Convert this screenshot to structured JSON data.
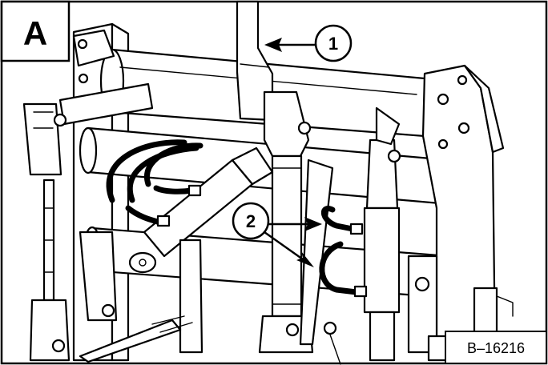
{
  "panel_label": "A",
  "callouts": [
    {
      "id": "callout-1",
      "label": "1"
    },
    {
      "id": "callout-2",
      "label": "2"
    }
  ],
  "figure_reference": "B–16216",
  "colors": {
    "ink": "#000000",
    "paper": "#ffffff"
  }
}
